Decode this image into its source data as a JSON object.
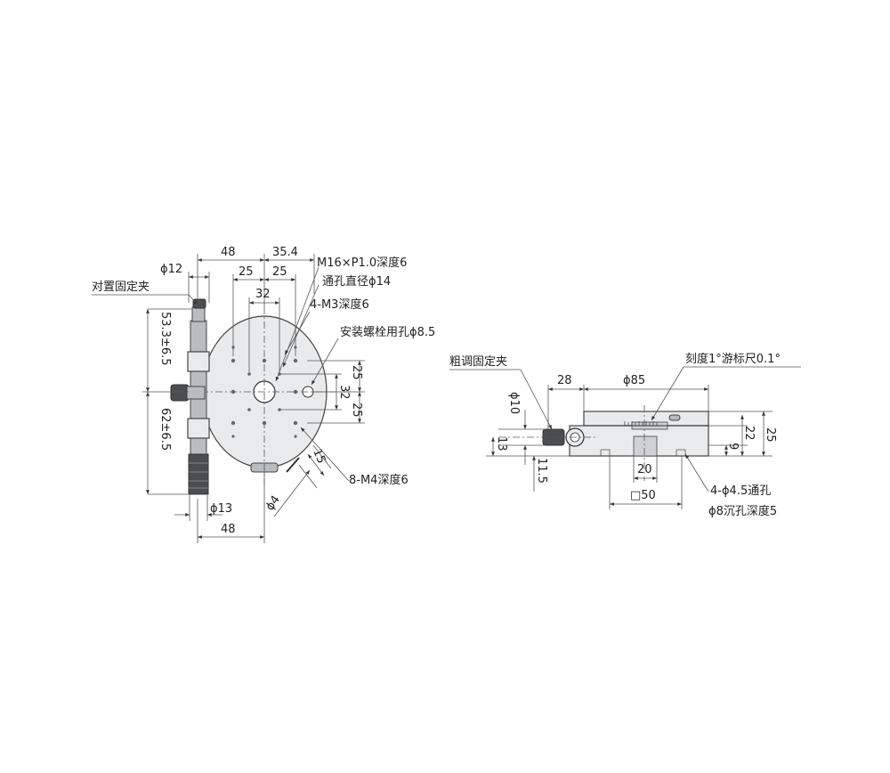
{
  "left_view": {
    "dims": {
      "d48_top": "48",
      "d35_4": "35.4",
      "phi12": "ϕ12",
      "d25_a": "25",
      "d25_b": "25",
      "d32_top": "32",
      "d53_3": "53.3±6.5",
      "d62": "62±6.5",
      "d25_r1": "25",
      "d32_r": "32",
      "d25_r2": "25",
      "d15": "15",
      "phi4": "ϕ4",
      "phi13": "ϕ13",
      "d48_bottom": "48"
    },
    "notes": {
      "clamp": "对置固定夹",
      "m16": "M16×P1.0深度6",
      "through_hole": "通孔直径ϕ14",
      "m3": "4-M3深度6",
      "bolt_hole": "安装螺栓用孔ϕ8.5",
      "m4": "8-M4深度6"
    }
  },
  "right_view": {
    "dims": {
      "d28": "28",
      "phi85": "ϕ85",
      "phi10": "ϕ10",
      "d13": "13",
      "d11_5": "11.5",
      "d22": "22",
      "d25": "25",
      "d9": "9",
      "d20": "20",
      "sq50": "□50"
    },
    "notes": {
      "coarse_clamp": "粗调固定夹",
      "scale": "刻度1°游标尺0.1°",
      "holes": "4-ϕ4.5通孔",
      "counterbore": "ϕ8沉孔深度5"
    }
  }
}
